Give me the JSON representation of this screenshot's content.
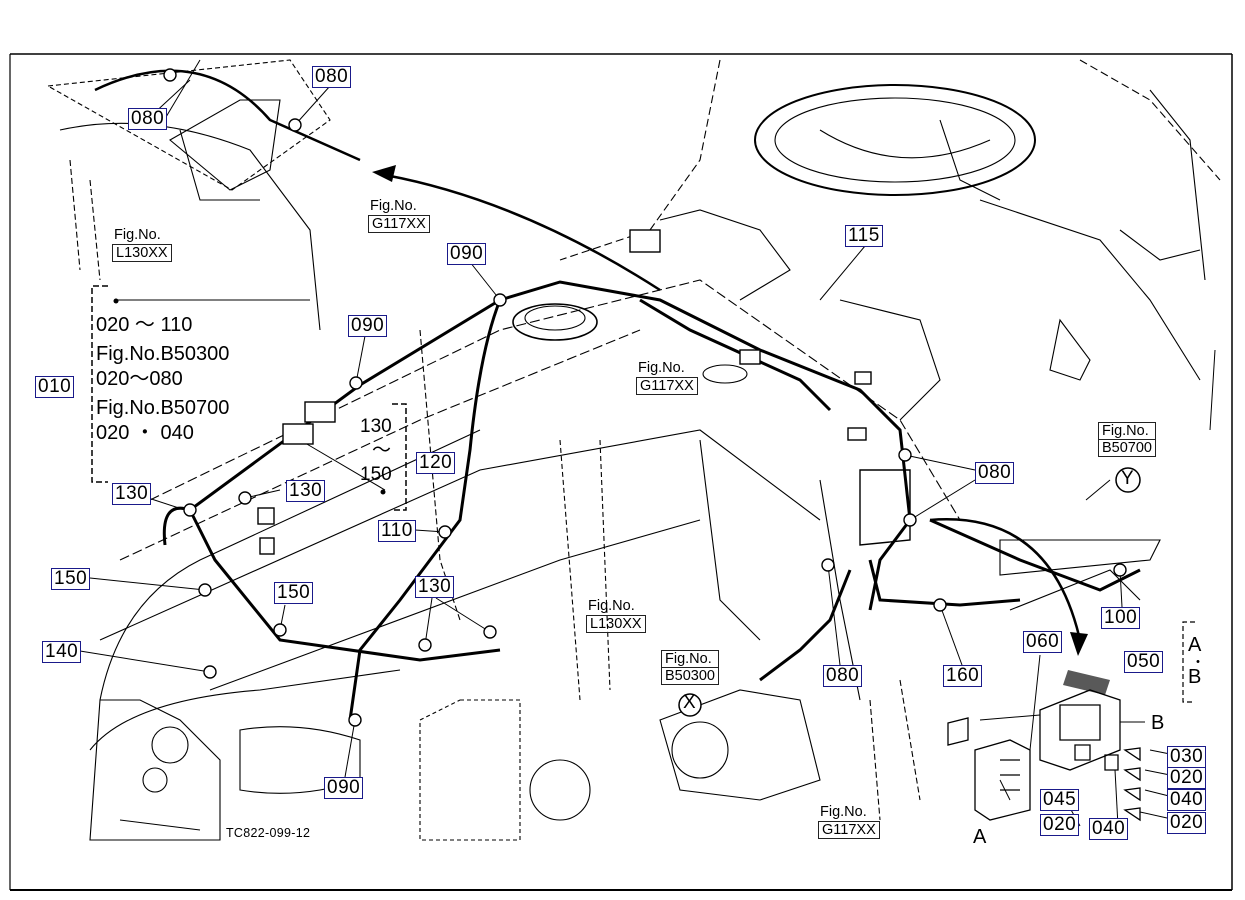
{
  "diagram": {
    "drawing_code": "TC822-099-12",
    "legend": {
      "callout": "010",
      "lines": [
        "020 ～ 110",
        "Fig.No.B50300",
        "020～080",
        "Fig.No.B50700",
        "020 ・ 040"
      ]
    },
    "bracket_range": {
      "from": "130",
      "tilde": "～",
      "to": "150",
      "callout": "120"
    },
    "fig_refs": [
      {
        "title": "Fig.No.",
        "number": "G117XX"
      },
      {
        "title": "Fig.No.",
        "number": "L130XX"
      },
      {
        "title": "Fig.No.",
        "number": "G117XX"
      },
      {
        "title": "Fig.No.",
        "number": "B50700"
      },
      {
        "title": "Fig.No.",
        "number": "L130XX"
      },
      {
        "title": "Fig.No.",
        "number": "B50300"
      },
      {
        "title": "Fig.No.",
        "number": "G117XX"
      }
    ],
    "callouts": [
      "080",
      "080",
      "090",
      "090",
      "115",
      "080",
      "130",
      "130",
      "110",
      "130",
      "150",
      "150",
      "140",
      "090",
      "080",
      "160",
      "060",
      "100",
      "050",
      "030",
      "020",
      "040",
      "020",
      "045",
      "020",
      "040"
    ],
    "ab_labels": {
      "a": "A",
      "dot": "・",
      "b": "B"
    },
    "view_marker": "Y",
    "connector_letters": {
      "b": "B",
      "a": "A"
    },
    "cross_marker": "X"
  }
}
